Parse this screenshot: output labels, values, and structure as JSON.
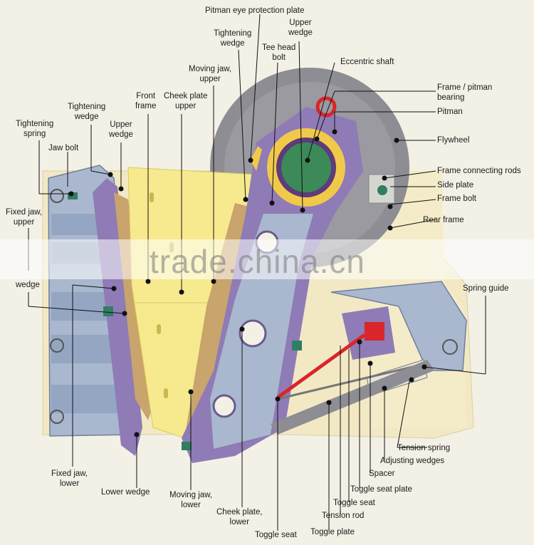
{
  "labels": {
    "pitman_eye_protection_plate": "Pitman eye protection plate",
    "tightening_wedge_top": "Tightening\nwedge",
    "upper_wedge_top": "Upper\nwedge",
    "tee_head_bolt": "Tee head\nbolt",
    "eccentric_shaft": "Eccentric shaft",
    "moving_jaw_upper": "Moving jaw,\nupper",
    "frame_pitman_bearing": "Frame / pitman\nbearing",
    "pitman": "Pitman",
    "front_frame": "Front\nframe",
    "cheek_plate_upper": "Cheek plate\nupper",
    "tightening_wedge_left": "Tightening\nwedge",
    "tightening_spring": "Tightening\nspring",
    "upper_wedge_left": "Upper\nwedge",
    "jaw_bolt": "Jaw bolt",
    "flywheel": "Flywheel",
    "frame_connecting_rods": "Frame connecting rods",
    "side_plate": "Side plate",
    "frame_bolt": "Frame bolt",
    "fixed_jaw_upper": "Fixed jaw,\nupper",
    "rear_frame": "Rear frame",
    "wedge": "wedge",
    "spring_guide": "Spring guide",
    "tension_spring": "Tension spring",
    "adjusting_wedges": "Adjusting wedges",
    "spacer": "Spacer",
    "toggle_seat_plate": "Toggle seat plate",
    "toggle_seat_right": "Toggle seat",
    "tension_rod": "Tension rod",
    "toggle_plate": "Toggle plate",
    "toggle_seat_bottom": "Toggle seat",
    "cheek_plate_lower": "Cheek plate,\nlower",
    "moving_jaw_lower": "Moving jaw,\nlower",
    "lower_wedge": "Lower wedge",
    "fixed_jaw_lower": "Fixed jaw,\nlower"
  },
  "watermark": "trade.china.cn",
  "colors": {
    "background": "#f3f0e6",
    "frame_blue": "#a9b8cf",
    "frame_purple": "#8f7bb6",
    "flywheel_gray": "#8d8d93",
    "cheek_yellow": "#f7ea8e",
    "jaw_tan": "#c9a46c",
    "bearing_yellow": "#f1c94a",
    "shaft_green": "#3b8a58",
    "red_part": "#d8262a",
    "bolt_green": "#2f7f62"
  }
}
